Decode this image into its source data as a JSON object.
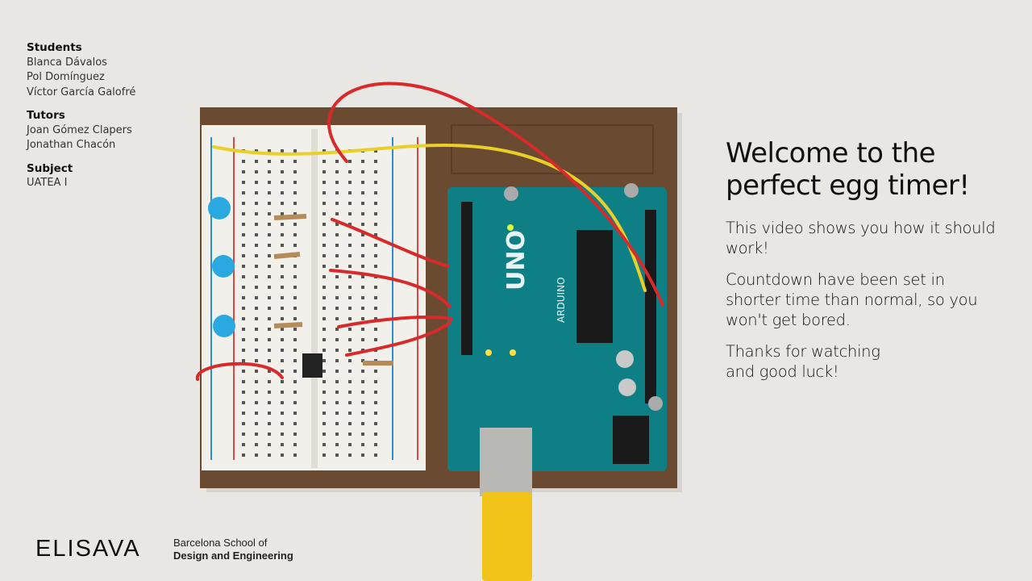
{
  "credits": [
    {
      "heading": "Students",
      "names": [
        "Blanca Dávalos",
        "Pol Domínguez",
        "Víctor García Galofré"
      ]
    },
    {
      "heading": "Tutors",
      "names": [
        "Joan Gómez Clapers",
        "Jonathan Chacón"
      ]
    },
    {
      "heading": "Subject",
      "names": [
        "UATEA I"
      ]
    }
  ],
  "intro": {
    "title_line1": "Welcome to the",
    "title_line2": "perfect egg timer!",
    "paragraphs": [
      "This video shows you how it should work!",
      "Countdown have been set in shorter time than normal, so you won't get bored.",
      "Thanks for watching and good luck!"
    ]
  },
  "brand": {
    "logo": "ELISAVA",
    "tagline1": "Barcelona School of",
    "tagline2": "Design and Engineering"
  },
  "photo": {
    "board_label": "UNO",
    "board_brand": "ARDUINO"
  },
  "colors": {
    "board": "#0f7f86",
    "breadboard": "#f2f0ea",
    "base": "#6b4a32",
    "usb": "#f2c318",
    "wire_red": "#d82a2a",
    "wire_yellow": "#e9cf2a",
    "led": "#2aa9e0"
  }
}
